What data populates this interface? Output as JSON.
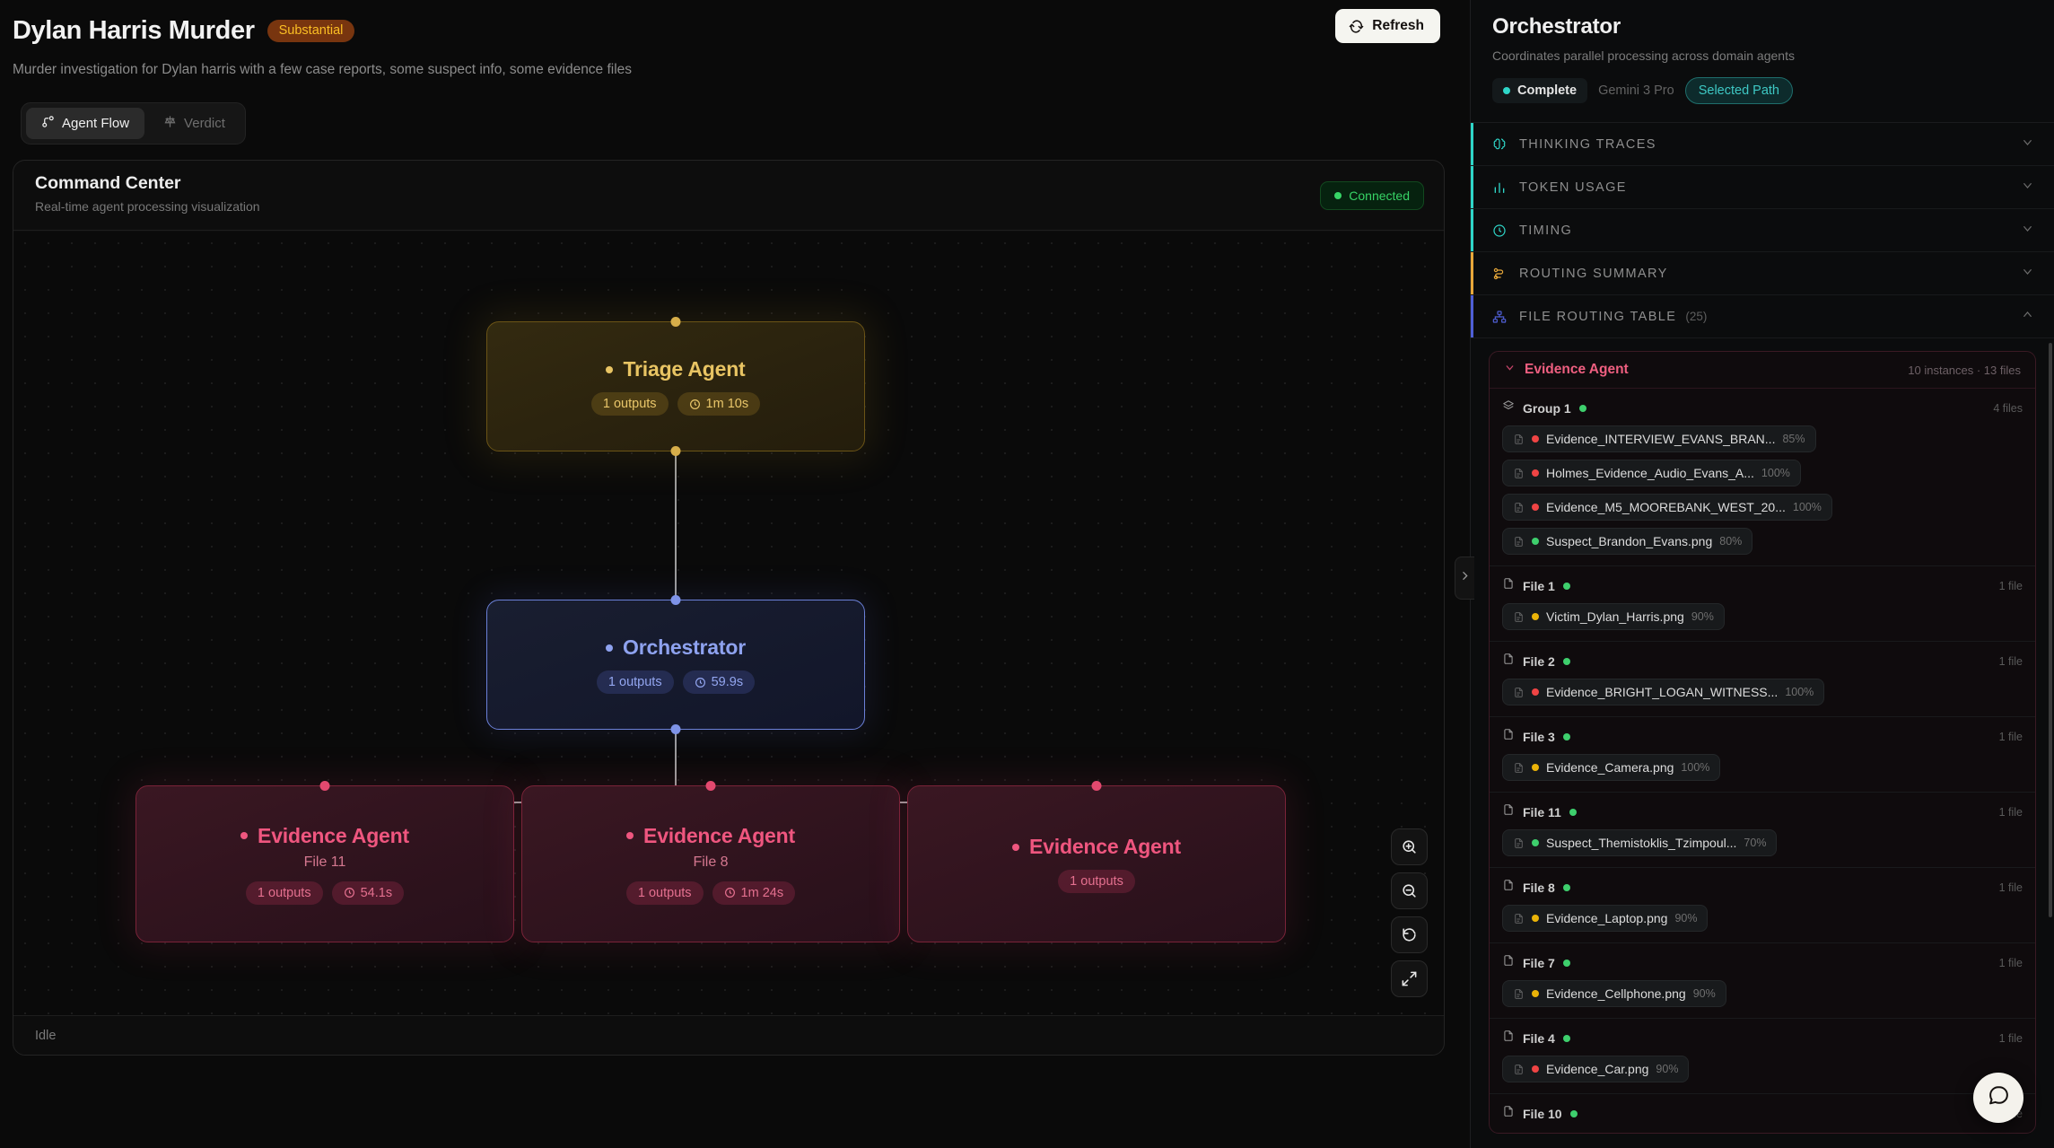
{
  "header": {
    "title": "Dylan Harris Murder",
    "badge": "Substantial",
    "description": "Murder investigation for Dylan harris with a few case reports, some suspect info, some evidence files",
    "refresh_label": "Refresh"
  },
  "tabs": [
    {
      "label": "Agent Flow",
      "icon": "flow-icon",
      "active": true
    },
    {
      "label": "Verdict",
      "icon": "scales-icon",
      "active": false
    }
  ],
  "command_center": {
    "title": "Command Center",
    "subtitle": "Real-time agent processing visualization",
    "connection_status": "Connected",
    "status_bar": "Idle",
    "zoom_controls": [
      "zoom-in-icon",
      "zoom-out-icon",
      "reset-view-icon",
      "fit-view-icon"
    ],
    "nodes": [
      {
        "name": "Triage Agent",
        "file": "",
        "outputs": "1 outputs",
        "duration": "1m 10s",
        "color": "#e8c463"
      },
      {
        "name": "Orchestrator",
        "file": "",
        "outputs": "1 outputs",
        "duration": "59.9s",
        "color": "#8ea2ef"
      },
      {
        "name": "Evidence Agent",
        "file": "File 11",
        "outputs": "1 outputs",
        "duration": "54.1s",
        "color": "#ef567f"
      },
      {
        "name": "Evidence Agent",
        "file": "File 8",
        "outputs": "1 outputs",
        "duration": "1m 24s",
        "color": "#ef567f"
      },
      {
        "name": "Evidence Agent",
        "file": "",
        "outputs": "1 outputs",
        "duration": "",
        "color": "#ef567f"
      }
    ]
  },
  "panel": {
    "title": "Orchestrator",
    "subtitle": "Coordinates parallel processing across domain agents",
    "status": "Complete",
    "model": "Gemini 3 Pro",
    "path_badge": "Selected Path",
    "sections": [
      {
        "label": "THINKING TRACES",
        "icon": "brain-icon",
        "count": "",
        "expanded": false,
        "accent": "c-teal"
      },
      {
        "label": "TOKEN USAGE",
        "icon": "bar-chart-icon",
        "count": "",
        "expanded": false,
        "accent": "c-teal"
      },
      {
        "label": "TIMING",
        "icon": "clock-icon",
        "count": "",
        "expanded": false,
        "accent": "c-teal"
      },
      {
        "label": "ROUTING SUMMARY",
        "icon": "routing-icon",
        "count": "",
        "expanded": false,
        "accent": "c-amber"
      },
      {
        "label": "FILE ROUTING TABLE",
        "icon": "sitemap-icon",
        "count": "(25)",
        "expanded": true,
        "accent": "c-indigo"
      }
    ],
    "routing_table": {
      "agent_name": "Evidence Agent",
      "agent_meta": "10 instances · 13 files",
      "groups": [
        {
          "name": "Group 1",
          "icon": "layers-icon",
          "status_color": "#3ecf6d",
          "count": "4 files",
          "files": [
            {
              "name": "Evidence_INTERVIEW_EVANS_BRAN...",
              "pct": "85%",
              "dot": "#ef4444"
            },
            {
              "name": "Holmes_Evidence_Audio_Evans_A...",
              "pct": "100%",
              "dot": "#ef4444"
            },
            {
              "name": "Evidence_M5_MOOREBANK_WEST_20...",
              "pct": "100%",
              "dot": "#ef4444"
            },
            {
              "name": "Suspect_Brandon_Evans.png",
              "pct": "80%",
              "dot": "#3ecf6d"
            }
          ]
        },
        {
          "name": "File 1",
          "icon": "file-icon",
          "status_color": "#3ecf6d",
          "count": "1 file",
          "files": [
            {
              "name": "Victim_Dylan_Harris.png",
              "pct": "90%",
              "dot": "#eab308"
            }
          ]
        },
        {
          "name": "File 2",
          "icon": "file-icon",
          "status_color": "#3ecf6d",
          "count": "1 file",
          "files": [
            {
              "name": "Evidence_BRIGHT_LOGAN_WITNESS...",
              "pct": "100%",
              "dot": "#ef4444"
            }
          ]
        },
        {
          "name": "File 3",
          "icon": "file-icon",
          "status_color": "#3ecf6d",
          "count": "1 file",
          "files": [
            {
              "name": "Evidence_Camera.png",
              "pct": "100%",
              "dot": "#eab308"
            }
          ]
        },
        {
          "name": "File 11",
          "icon": "file-icon",
          "status_color": "#3ecf6d",
          "count": "1 file",
          "files": [
            {
              "name": "Suspect_Themistoklis_Tzimpoul...",
              "pct": "70%",
              "dot": "#3ecf6d"
            }
          ]
        },
        {
          "name": "File 8",
          "icon": "file-icon",
          "status_color": "#3ecf6d",
          "count": "1 file",
          "files": [
            {
              "name": "Evidence_Laptop.png",
              "pct": "90%",
              "dot": "#eab308"
            }
          ]
        },
        {
          "name": "File 7",
          "icon": "file-icon",
          "status_color": "#3ecf6d",
          "count": "1 file",
          "files": [
            {
              "name": "Evidence_Cellphone.png",
              "pct": "90%",
              "dot": "#eab308"
            }
          ]
        },
        {
          "name": "File 4",
          "icon": "file-icon",
          "status_color": "#3ecf6d",
          "count": "1 file",
          "files": [
            {
              "name": "Evidence_Car.png",
              "pct": "90%",
              "dot": "#ef4444"
            }
          ]
        },
        {
          "name": "File 10",
          "icon": "file-icon",
          "status_color": "#3ecf6d",
          "count": "1 file",
          "files": []
        }
      ]
    }
  }
}
